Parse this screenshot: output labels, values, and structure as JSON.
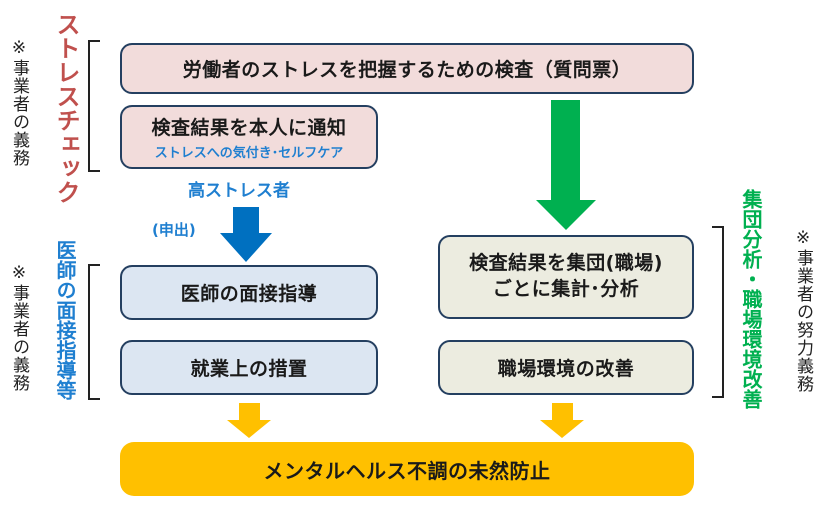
{
  "colors": {
    "stress_check": "#c0504d",
    "doctor": "#1f7fd0",
    "group": "#00b050",
    "arrow_blue": "#0070c0",
    "arrow_green": "#00b050",
    "arrow_yellow": "#ffc000",
    "box_border": "#243f60",
    "pink_fill": "#f2dcdb",
    "blue_fill": "#dce6f2",
    "beige_fill": "#ecece0",
    "yellow_fill": "#ffc000"
  },
  "sections": {
    "stress_check": {
      "title": "ストレスチェック",
      "note": "※事業者の義務"
    },
    "doctor_guidance": {
      "title": "医師の面接指導等",
      "note": "※事業者の義務"
    },
    "group_analysis": {
      "title": "集団分析・職場環境改善",
      "note": "※事業者の努力義務"
    }
  },
  "boxes": {
    "inspection": "労働者のストレスを把握するための検査（質問票）",
    "notify": {
      "main": "検査結果を本人に通知",
      "sub": "ストレスへの気付き･セルフケア"
    },
    "doctor_interview": "医師の面接指導",
    "work_measures": "就業上の措置",
    "group_aggregate": {
      "line1": "検査結果を集団(職場)",
      "line2": "ごとに集計･分析"
    },
    "environment_improvement": "職場環境の改善",
    "prevention": "メンタルヘルス不調の未然防止"
  },
  "labels": {
    "high_stress": "高ストレス者",
    "request": "(申出)"
  }
}
